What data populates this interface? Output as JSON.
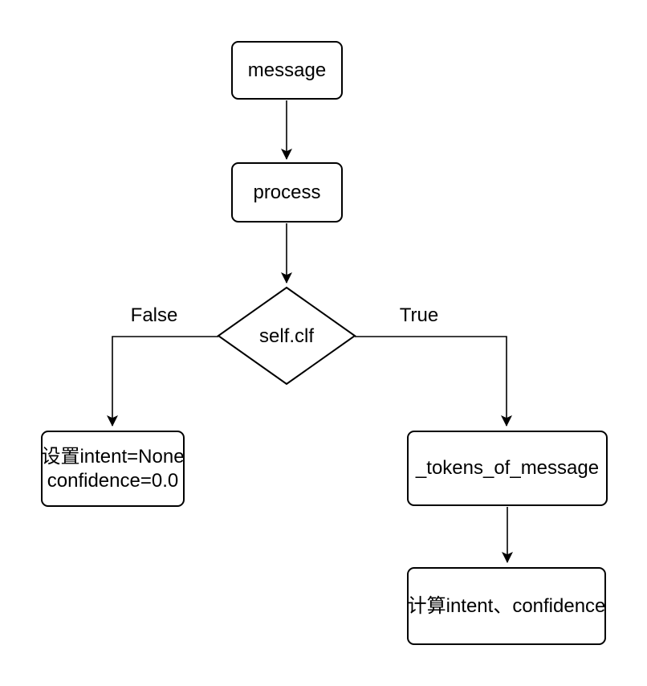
{
  "diagram_type": "flowchart",
  "colors": {
    "background": "#ffffff",
    "stroke": "#000000",
    "node_fill": "#ffffff",
    "text": "#000000"
  },
  "nodes": {
    "message": {
      "label": "message",
      "shape": "rounded-rect"
    },
    "process": {
      "label": "process",
      "shape": "rounded-rect"
    },
    "decision": {
      "label": "self.clf",
      "shape": "diamond"
    },
    "set_none": {
      "line1": "设置intent=None",
      "line2": "confidence=0.0",
      "shape": "rounded-rect"
    },
    "tokens": {
      "label": "_tokens_of_message",
      "shape": "rounded-rect"
    },
    "compute": {
      "label": "计算intent、confidence",
      "shape": "rounded-rect"
    }
  },
  "edge_labels": {
    "false_label": "False",
    "true_label": "True"
  },
  "edges": [
    {
      "from": "message",
      "to": "process"
    },
    {
      "from": "process",
      "to": "decision"
    },
    {
      "from": "decision",
      "to": "set_none",
      "label": "False"
    },
    {
      "from": "decision",
      "to": "tokens",
      "label": "True"
    },
    {
      "from": "tokens",
      "to": "compute"
    }
  ]
}
